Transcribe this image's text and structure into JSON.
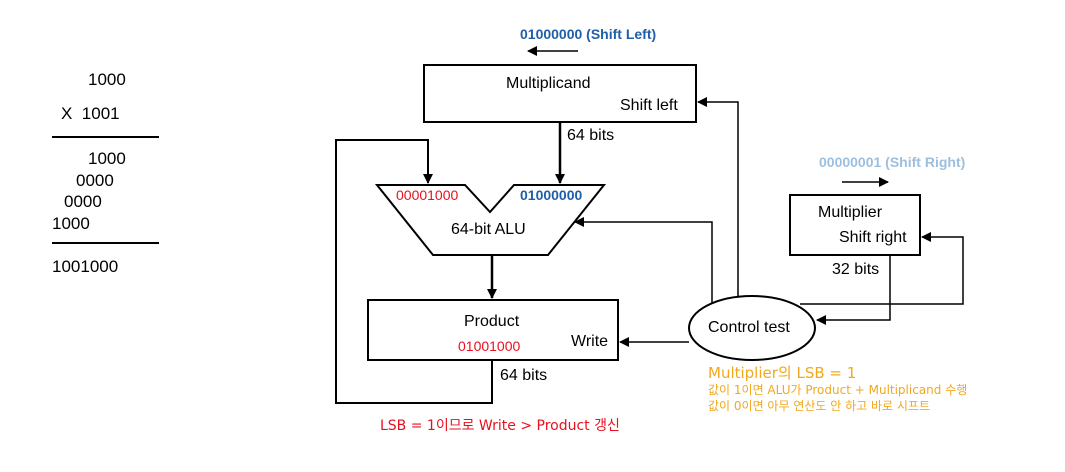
{
  "calculation": {
    "multiplicand": "1000",
    "multiplier": "X  1001",
    "partial_products": [
      "1000",
      "0000",
      "0000",
      "1000"
    ],
    "result": "1001000"
  },
  "multiplicand_block": {
    "title": "Multiplicand",
    "action": "Shift left",
    "bus_label": "64 bits",
    "value_note": "01000000 (Shift Left)",
    "note_color": "#1f5fa8"
  },
  "alu": {
    "label": "64-bit ALU",
    "left_input_value": "00001000",
    "right_input_value": "01000000"
  },
  "multiplier_block": {
    "title": "Multiplier",
    "action": "Shift right",
    "bus_label": "32 bits",
    "value_note": "00000001 (Shift Right)",
    "note_color": "#9dbfde"
  },
  "product_block": {
    "title": "Product",
    "action": "Write",
    "value": "01001000",
    "bus_label": "64 bits"
  },
  "control": {
    "label": "Control test"
  },
  "annotations": {
    "lsb_title": "Multiplier의 LSB = 1",
    "lsb_line1": "값이 1이면 ALU가 Product + Multiplicand 수행",
    "lsb_line2": "값이 0이면 아무 연산도 안 하고 바로 시프트",
    "write_note": "LSB = 1이므로 Write > Product 갱신"
  },
  "colors": {
    "red": "#e8101f",
    "orange": "#f2a81d",
    "blue": "#1f5fa8",
    "light_blue": "#9dbfde"
  }
}
